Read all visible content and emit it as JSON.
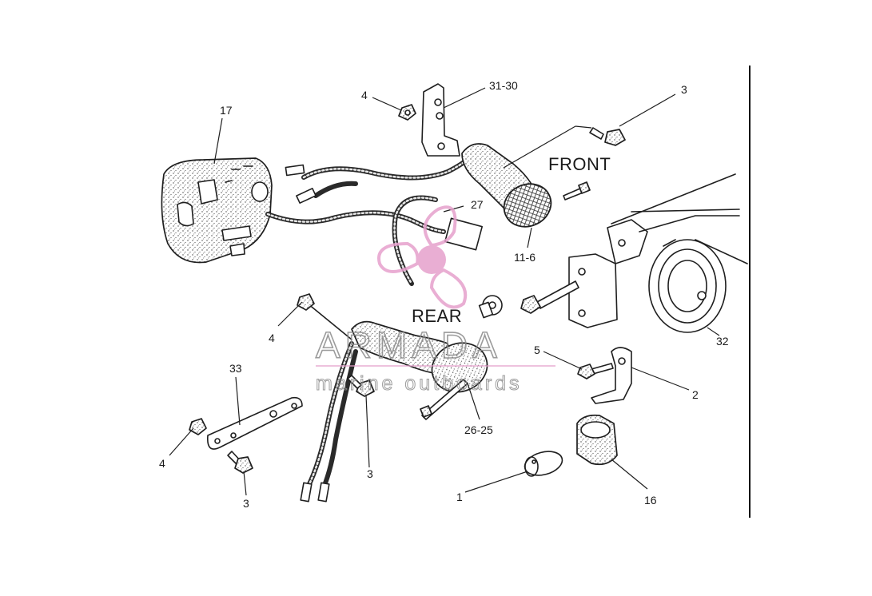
{
  "diagram": {
    "labels": {
      "part_17": "17",
      "part_4_top": "4",
      "part_31_30": "31-30",
      "part_3_top": "3",
      "part_front": "FRONT",
      "part_27": "27",
      "part_11_6": "11-6",
      "part_rear": "REAR",
      "part_4_mid": "4",
      "part_5": "5",
      "part_32": "32",
      "part_2": "2",
      "part_33": "33",
      "part_26_25": "26-25",
      "part_4_bottom": "4",
      "part_3_mid": "3",
      "part_3_bottom": "3",
      "part_1": "1",
      "part_16": "16"
    },
    "watermark": {
      "brand": "ARMADA",
      "tagline": "marine outboards",
      "color": "#e6a0cc"
    }
  }
}
